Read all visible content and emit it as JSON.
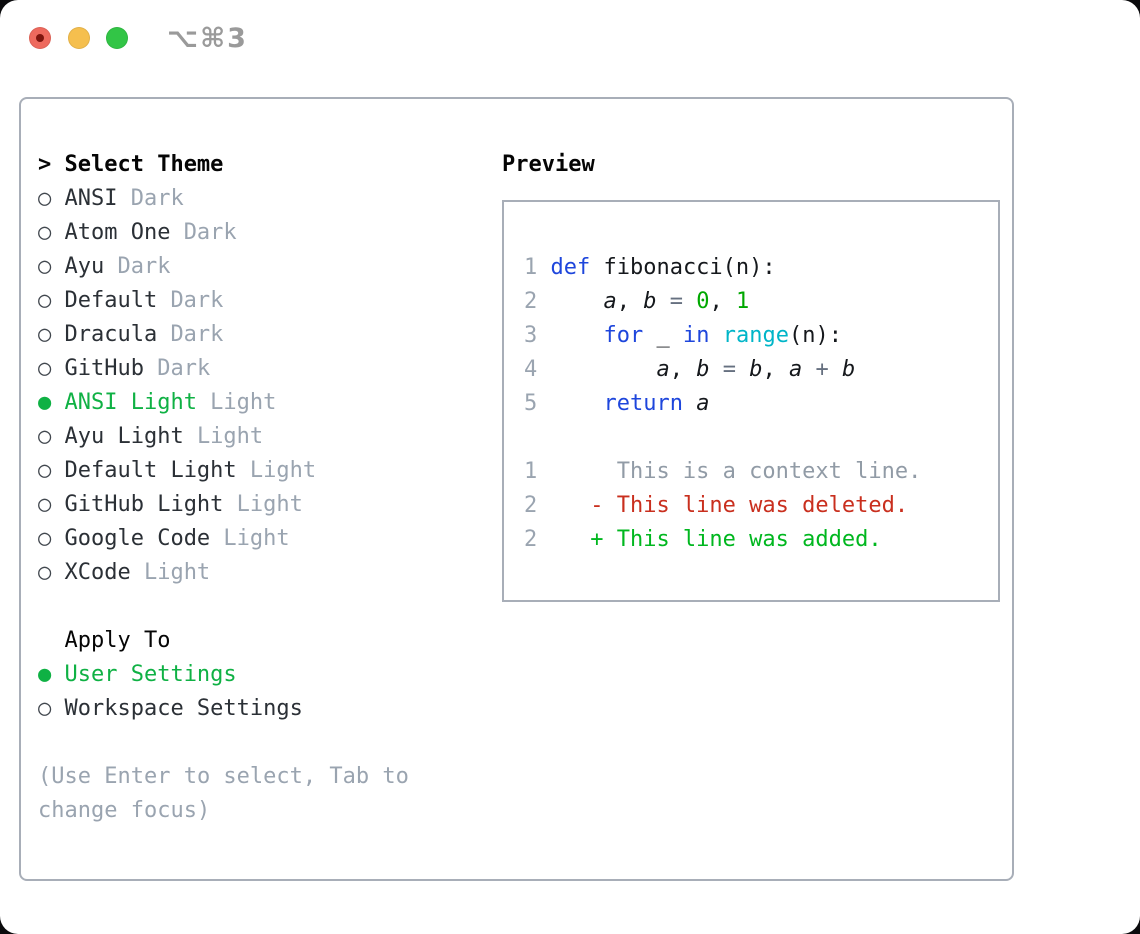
{
  "window": {
    "shortcut_label": "⌥⌘3"
  },
  "colors": {
    "selected_green": "#0fb144",
    "added_green": "#00b71f",
    "number_green": "#00a800",
    "deleted_red": "#c92f1e",
    "keyword_blue": "#1e46dc",
    "builtin_cyan": "#00b5c8",
    "muted_gray": "#9aa4b0",
    "border_gray": "#a8aeb8",
    "traffic_red": "#ee6a5e",
    "traffic_yellow": "#f5bf4e",
    "traffic_green": "#32c546"
  },
  "theme_picker": {
    "header_prefix": ">",
    "header": "Select Theme",
    "items": [
      {
        "marker": "○",
        "name": "ANSI",
        "variant": "Dark",
        "selected": false
      },
      {
        "marker": "○",
        "name": "Atom One",
        "variant": "Dark",
        "selected": false
      },
      {
        "marker": "○",
        "name": "Ayu",
        "variant": "Dark",
        "selected": false
      },
      {
        "marker": "○",
        "name": "Default",
        "variant": "Dark",
        "selected": false
      },
      {
        "marker": "○",
        "name": "Dracula",
        "variant": "Dark",
        "selected": false
      },
      {
        "marker": "○",
        "name": "GitHub",
        "variant": "Dark",
        "selected": false
      },
      {
        "marker": "●",
        "name": "ANSI Light",
        "variant": "Light",
        "selected": true
      },
      {
        "marker": "○",
        "name": "Ayu Light",
        "variant": "Light",
        "selected": false
      },
      {
        "marker": "○",
        "name": "Default Light",
        "variant": "Light",
        "selected": false
      },
      {
        "marker": "○",
        "name": "GitHub Light",
        "variant": "Light",
        "selected": false
      },
      {
        "marker": "○",
        "name": "Google Code",
        "variant": "Light",
        "selected": false
      },
      {
        "marker": "○",
        "name": "XCode",
        "variant": "Light",
        "selected": false
      }
    ]
  },
  "apply_to": {
    "header": "Apply To",
    "options": [
      {
        "marker": "●",
        "label": "User Settings",
        "selected": true
      },
      {
        "marker": "○",
        "label": "Workspace Settings",
        "selected": false
      }
    ]
  },
  "hint_lines": [
    "(Use Enter to select, Tab to",
    "change focus)"
  ],
  "preview": {
    "title": "Preview",
    "code": [
      {
        "no": "1",
        "tokens": [
          {
            "t": "def "
          },
          {
            "t": "fibonacci(n):"
          }
        ]
      },
      {
        "no": "2",
        "tokens": [
          {
            "t": "    "
          },
          {
            "t": "a"
          },
          {
            "t": ", "
          },
          {
            "t": "b"
          },
          {
            "t": " "
          },
          {
            "t": "="
          },
          {
            "t": " "
          },
          {
            "t": "0"
          },
          {
            "t": ", "
          },
          {
            "t": "1"
          }
        ]
      },
      {
        "no": "3",
        "tokens": [
          {
            "t": "    "
          },
          {
            "t": "for"
          },
          {
            "t": " _ "
          },
          {
            "t": "in"
          },
          {
            "t": " "
          },
          {
            "t": "range"
          },
          {
            "t": "(n):"
          }
        ]
      },
      {
        "no": "4",
        "tokens": [
          {
            "t": "        "
          },
          {
            "t": "a"
          },
          {
            "t": ", "
          },
          {
            "t": "b"
          },
          {
            "t": " "
          },
          {
            "t": "="
          },
          {
            "t": " "
          },
          {
            "t": "b"
          },
          {
            "t": ", "
          },
          {
            "t": "a"
          },
          {
            "t": " "
          },
          {
            "t": "+"
          },
          {
            "t": " "
          },
          {
            "t": "b"
          }
        ]
      },
      {
        "no": "5",
        "tokens": [
          {
            "t": "    "
          },
          {
            "t": "return"
          },
          {
            "t": " "
          },
          {
            "t": "a"
          }
        ]
      }
    ],
    "diff": [
      {
        "no": "1",
        "text": "     This is a context line."
      },
      {
        "no": "2",
        "text": "   - This line was deleted."
      },
      {
        "no": "2",
        "text": "   + This line was added."
      }
    ]
  }
}
